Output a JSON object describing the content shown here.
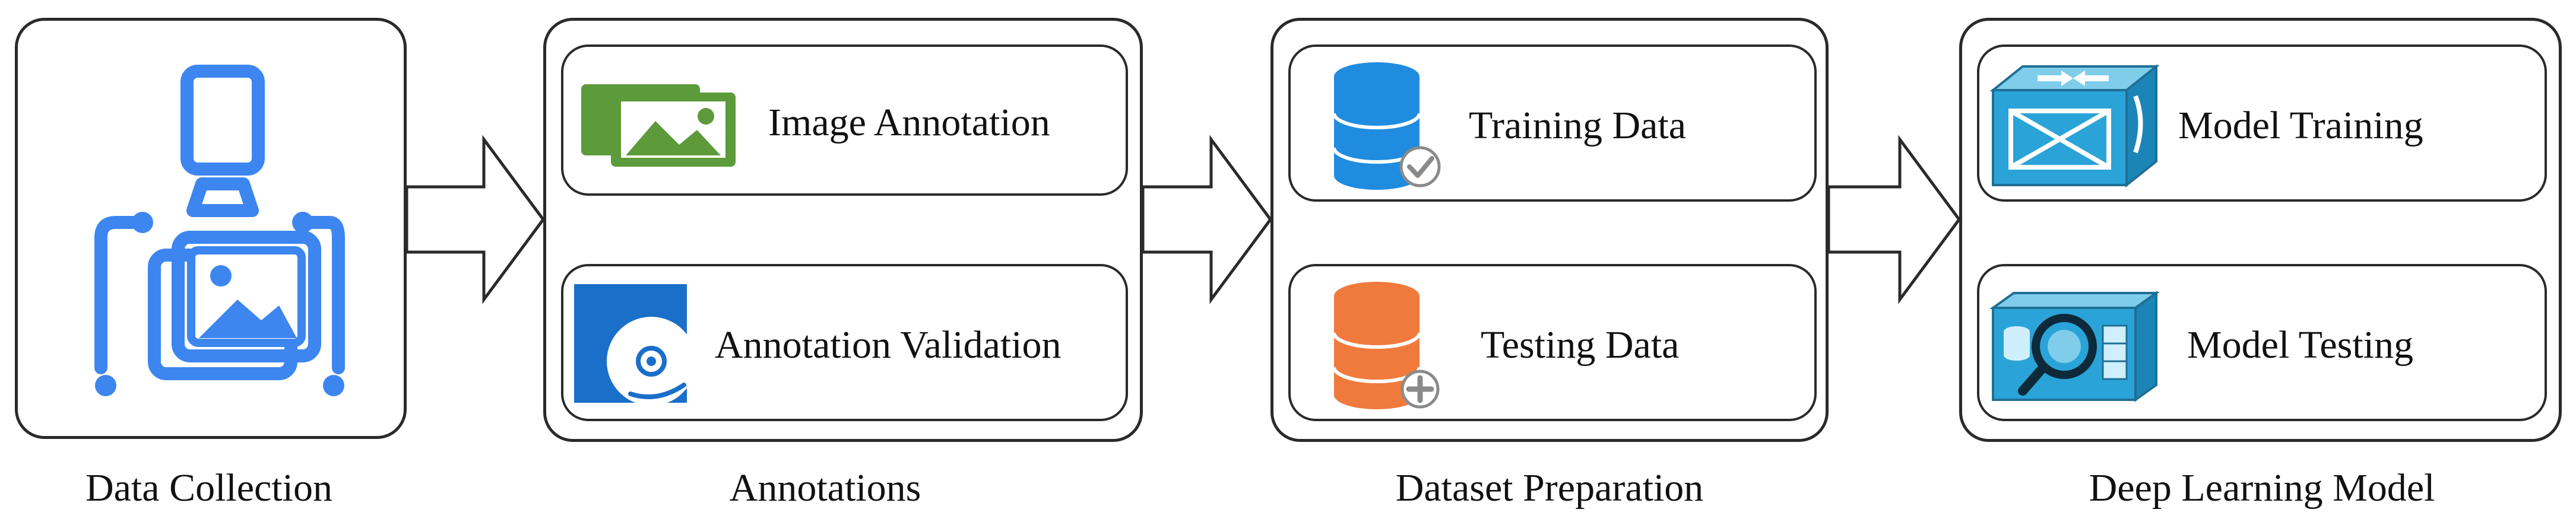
{
  "stages": [
    {
      "caption": "Data Collection"
    },
    {
      "caption": "Annotations",
      "items": [
        {
          "label": "Image Annotation"
        },
        {
          "label": "Annotation Validation"
        }
      ]
    },
    {
      "caption": "Dataset Preparation",
      "items": [
        {
          "label": "Training Data"
        },
        {
          "label": "Testing Data"
        }
      ]
    },
    {
      "caption": "Deep Learning Model",
      "items": [
        {
          "label": "Model Training"
        },
        {
          "label": "Model Testing"
        }
      ]
    }
  ],
  "icons": {
    "collection": "camera-capture-icon",
    "image_annotation": "image-gallery-icon",
    "annotation_validation": "disc-validation-icon",
    "training_data": "database-check-icon",
    "testing_data": "database-plus-icon",
    "model_training": "network-switch-icon",
    "model_testing": "inspection-cube-icon"
  },
  "colors": {
    "collection_blue": "#3d86f0",
    "image_green": "#5c9a3a",
    "validation_blue": "#1a6fc9",
    "training_blue": "#1f8ce0",
    "testing_orange": "#f07a3c",
    "model_cyan": "#2aa3d8"
  }
}
